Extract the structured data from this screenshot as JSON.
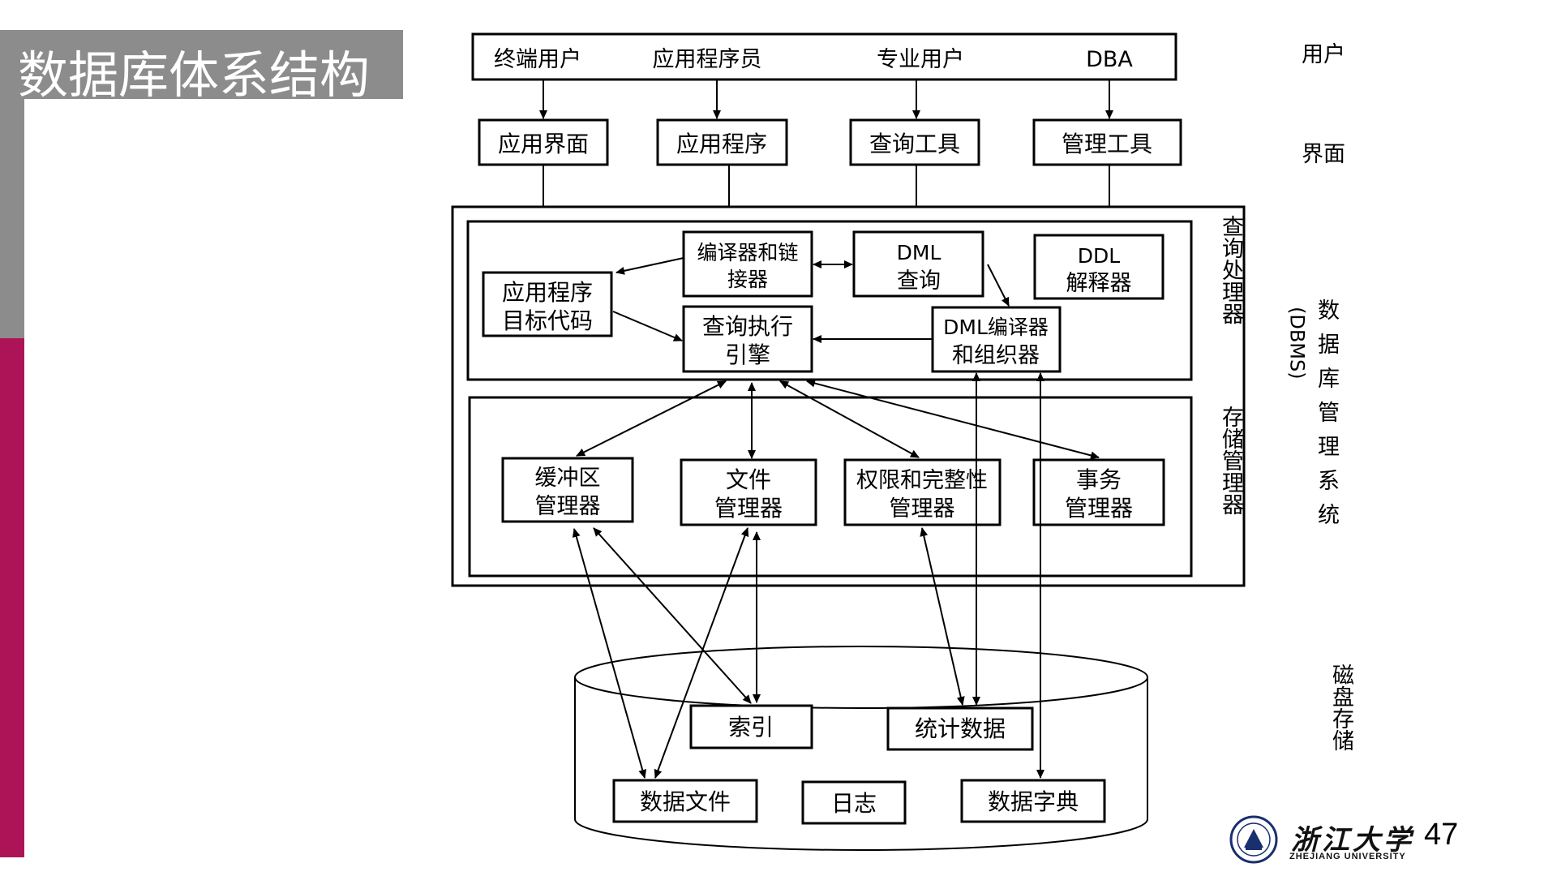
{
  "slide": {
    "title": "数据库体系结构",
    "page_number": "47"
  },
  "logo": {
    "name_cn": "浙江大学",
    "name_en": "ZHEJIANG UNIVERSITY",
    "icon": "university-emblem-icon"
  },
  "side_labels": {
    "users": "用户",
    "interface": "界面",
    "dbms": "数据库管理系统",
    "dbms_abbr": "(DBMS)",
    "disk": "磁盘存储"
  },
  "users": [
    "终端用户",
    "应用程序员",
    "专业用户",
    "DBA"
  ],
  "interfaces": [
    "应用界面",
    "应用程序",
    "查询工具",
    "管理工具"
  ],
  "query_processor": {
    "label": "查询处理器",
    "compiler_linker": [
      "编译器和链",
      "接器"
    ],
    "dml_query": [
      "DML",
      "查询"
    ],
    "ddl_interpreter": [
      "DDL",
      "解释器"
    ],
    "app_object_code": [
      "应用程序",
      "目标代码"
    ],
    "query_engine": [
      "查询执行",
      "引擎"
    ],
    "dml_compiler": [
      "DML编译器",
      "和组织器"
    ]
  },
  "storage_manager": {
    "label": "存储管理器",
    "buffer_manager": [
      "缓冲区",
      "管理器"
    ],
    "file_manager": [
      "文件",
      "管理器"
    ],
    "auth_integrity_manager": [
      "权限和完整性",
      "管理器"
    ],
    "transaction_manager": [
      "事务",
      "管理器"
    ]
  },
  "disk_storage": {
    "index": "索引",
    "statistics": "统计数据",
    "data_files": "数据文件",
    "log": "日志",
    "data_dictionary": "数据字典"
  },
  "colors": {
    "accent_grey": "#8c8c8c",
    "accent_red": "#ad1457"
  }
}
